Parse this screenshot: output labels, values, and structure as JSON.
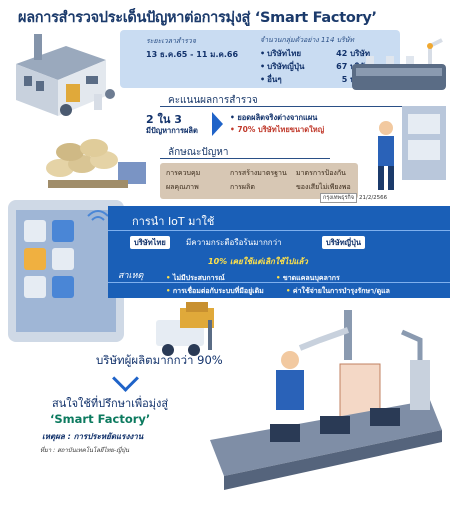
{
  "title": "ผลการสำรวจประเด็นปัญหาต่อการมุ่งสู่ ‘Smart Factory’",
  "survey": {
    "period_label": "ระยะเวลาสำรวจ",
    "period": "13 ธ.ค.65 - 11 ม.ค.66",
    "sample_label": "จำนวนกลุ่มตัวอย่าง 114 บริษัท",
    "groups": [
      {
        "name": "บริษัทไทย",
        "count": "42 บริษัท"
      },
      {
        "name": "บริษัทญี่ปุ่น",
        "count": "67 บริษัท"
      },
      {
        "name": "อื่นๆ",
        "count": "5 บริษัท"
      }
    ]
  },
  "score": {
    "heading": "คะแนนผลการสำรวจ",
    "ratio": "2 ใน 3",
    "desc": "มีปัญหาการผลิต",
    "bullets": [
      "ยอดผลิตจริงต่างจากแผน",
      "70% บริษัทไทยขนาดใหญ่"
    ]
  },
  "issues": {
    "heading": "ลักษณะปัญหา",
    "cells": [
      "การควบคุม",
      "การสร้างมาตรฐาน",
      "มาตรการป้องกัน",
      "ผลคุณภาพ",
      "การผลิต",
      "ของเสียไม่เพียงพอ"
    ]
  },
  "credit": {
    "brand": "กรุงเทพธุรกิจ",
    "date": "21/2/2566"
  },
  "iot": {
    "heading": "การนำ IoT มาใช้",
    "left_pill": "บริษัทไทย",
    "main": "มีความกระตือรือร้นมากกว่า",
    "right_pill": "บริษัทญี่ปุ่น",
    "highlight": "10% เคยใช้แต่เลิกใช้ไปแล้ว",
    "reason_head": "สาเหตุ",
    "reasons": [
      "ไม่มีประสบการณ์",
      "ขาดแคลนบุคลากร",
      "การเชื่อมต่อกับระบบที่มีอยู่เดิม",
      "ค่าใช้จ่ายในการบำรุงรักษา/ดูแล"
    ]
  },
  "footer": {
    "pct": "บริษัทผู้ผลิตมากกว่า 90%",
    "consult": "สนใจใช้ที่ปรึกษาเพื่อมุ่งสู่",
    "sf": "‘Smart Factory’",
    "reason": "เหตุผล : การประหยัดแรงงาน",
    "source": "ที่มา : สถาบันเทคโนโลยีไทย-ญี่ปุ่น"
  },
  "colors": {
    "accent": "#1a5fb7",
    "navy": "#12326b",
    "green": "#0c7a5f",
    "yellow": "#ffe14a",
    "tan": "#d7c7b4"
  }
}
